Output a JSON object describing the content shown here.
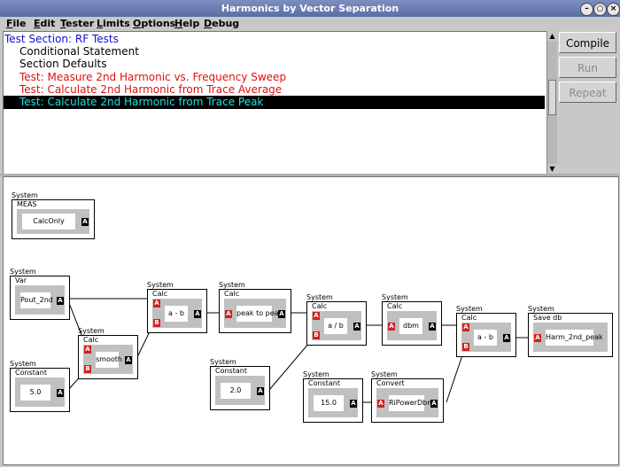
{
  "window": {
    "title": "Harmonics by Vector Separation"
  },
  "menu": [
    "File",
    "Edit",
    "Tester",
    "Limits",
    "Options",
    "Help",
    "Debug"
  ],
  "tree": [
    {
      "text": "Test Section: RF Tests",
      "color": "#1010d0",
      "indent": 0,
      "selected": false
    },
    {
      "text": "Conditional Statement",
      "color": "#000000",
      "indent": 1,
      "selected": false
    },
    {
      "text": "Section Defaults",
      "color": "#000000",
      "indent": 1,
      "selected": false
    },
    {
      "text": "Test: Measure 2nd Harmonic vs. Frequency Sweep",
      "color": "#e01010",
      "indent": 1,
      "selected": false
    },
    {
      "text": "Test: Calculate 2nd Harmonic from Trace Average",
      "color": "#e01010",
      "indent": 1,
      "selected": false
    },
    {
      "text": "Test: Calculate 2nd Harmonic from Trace Peak",
      "color": "#20e0e0",
      "indent": 1,
      "selected": true
    }
  ],
  "buttons": {
    "compile": "Compile",
    "run": "Run",
    "repeat": "Repeat"
  },
  "blocks": {
    "meas": {
      "sys": "System",
      "type": "MEAS",
      "value": "CalcOnly"
    },
    "var": {
      "sys": "System",
      "type": "Var",
      "value": "Pout_2nd"
    },
    "smooth": {
      "sys": "System",
      "type": "Calc",
      "value": "smooth"
    },
    "const5": {
      "sys": "System",
      "type": "Constant",
      "value": "5.0"
    },
    "calc1": {
      "sys": "System",
      "type": "Calc",
      "value": "a - b"
    },
    "peak": {
      "sys": "System",
      "type": "Calc",
      "value": "peak to peak"
    },
    "const2": {
      "sys": "System",
      "type": "Constant",
      "value": "2.0"
    },
    "div": {
      "sys": "System",
      "type": "Calc",
      "value": "a / b"
    },
    "dbm": {
      "sys": "System",
      "type": "Calc",
      "value": "dbm"
    },
    "const15": {
      "sys": "System",
      "type": "Constant",
      "value": "15.0"
    },
    "conv": {
      "sys": "System",
      "type": "Convert",
      "value": "RiPowerDbm"
    },
    "calc2": {
      "sys": "System",
      "type": "Calc",
      "value": "a - b"
    },
    "save": {
      "sys": "System",
      "type": "Save db",
      "value": "Harm_2nd_peak"
    }
  },
  "ports": {
    "in_a": "A",
    "in_b": "B",
    "out": "A"
  },
  "icons": {
    "min": "minimize-icon",
    "max": "maximize-icon",
    "close": "close-icon"
  }
}
